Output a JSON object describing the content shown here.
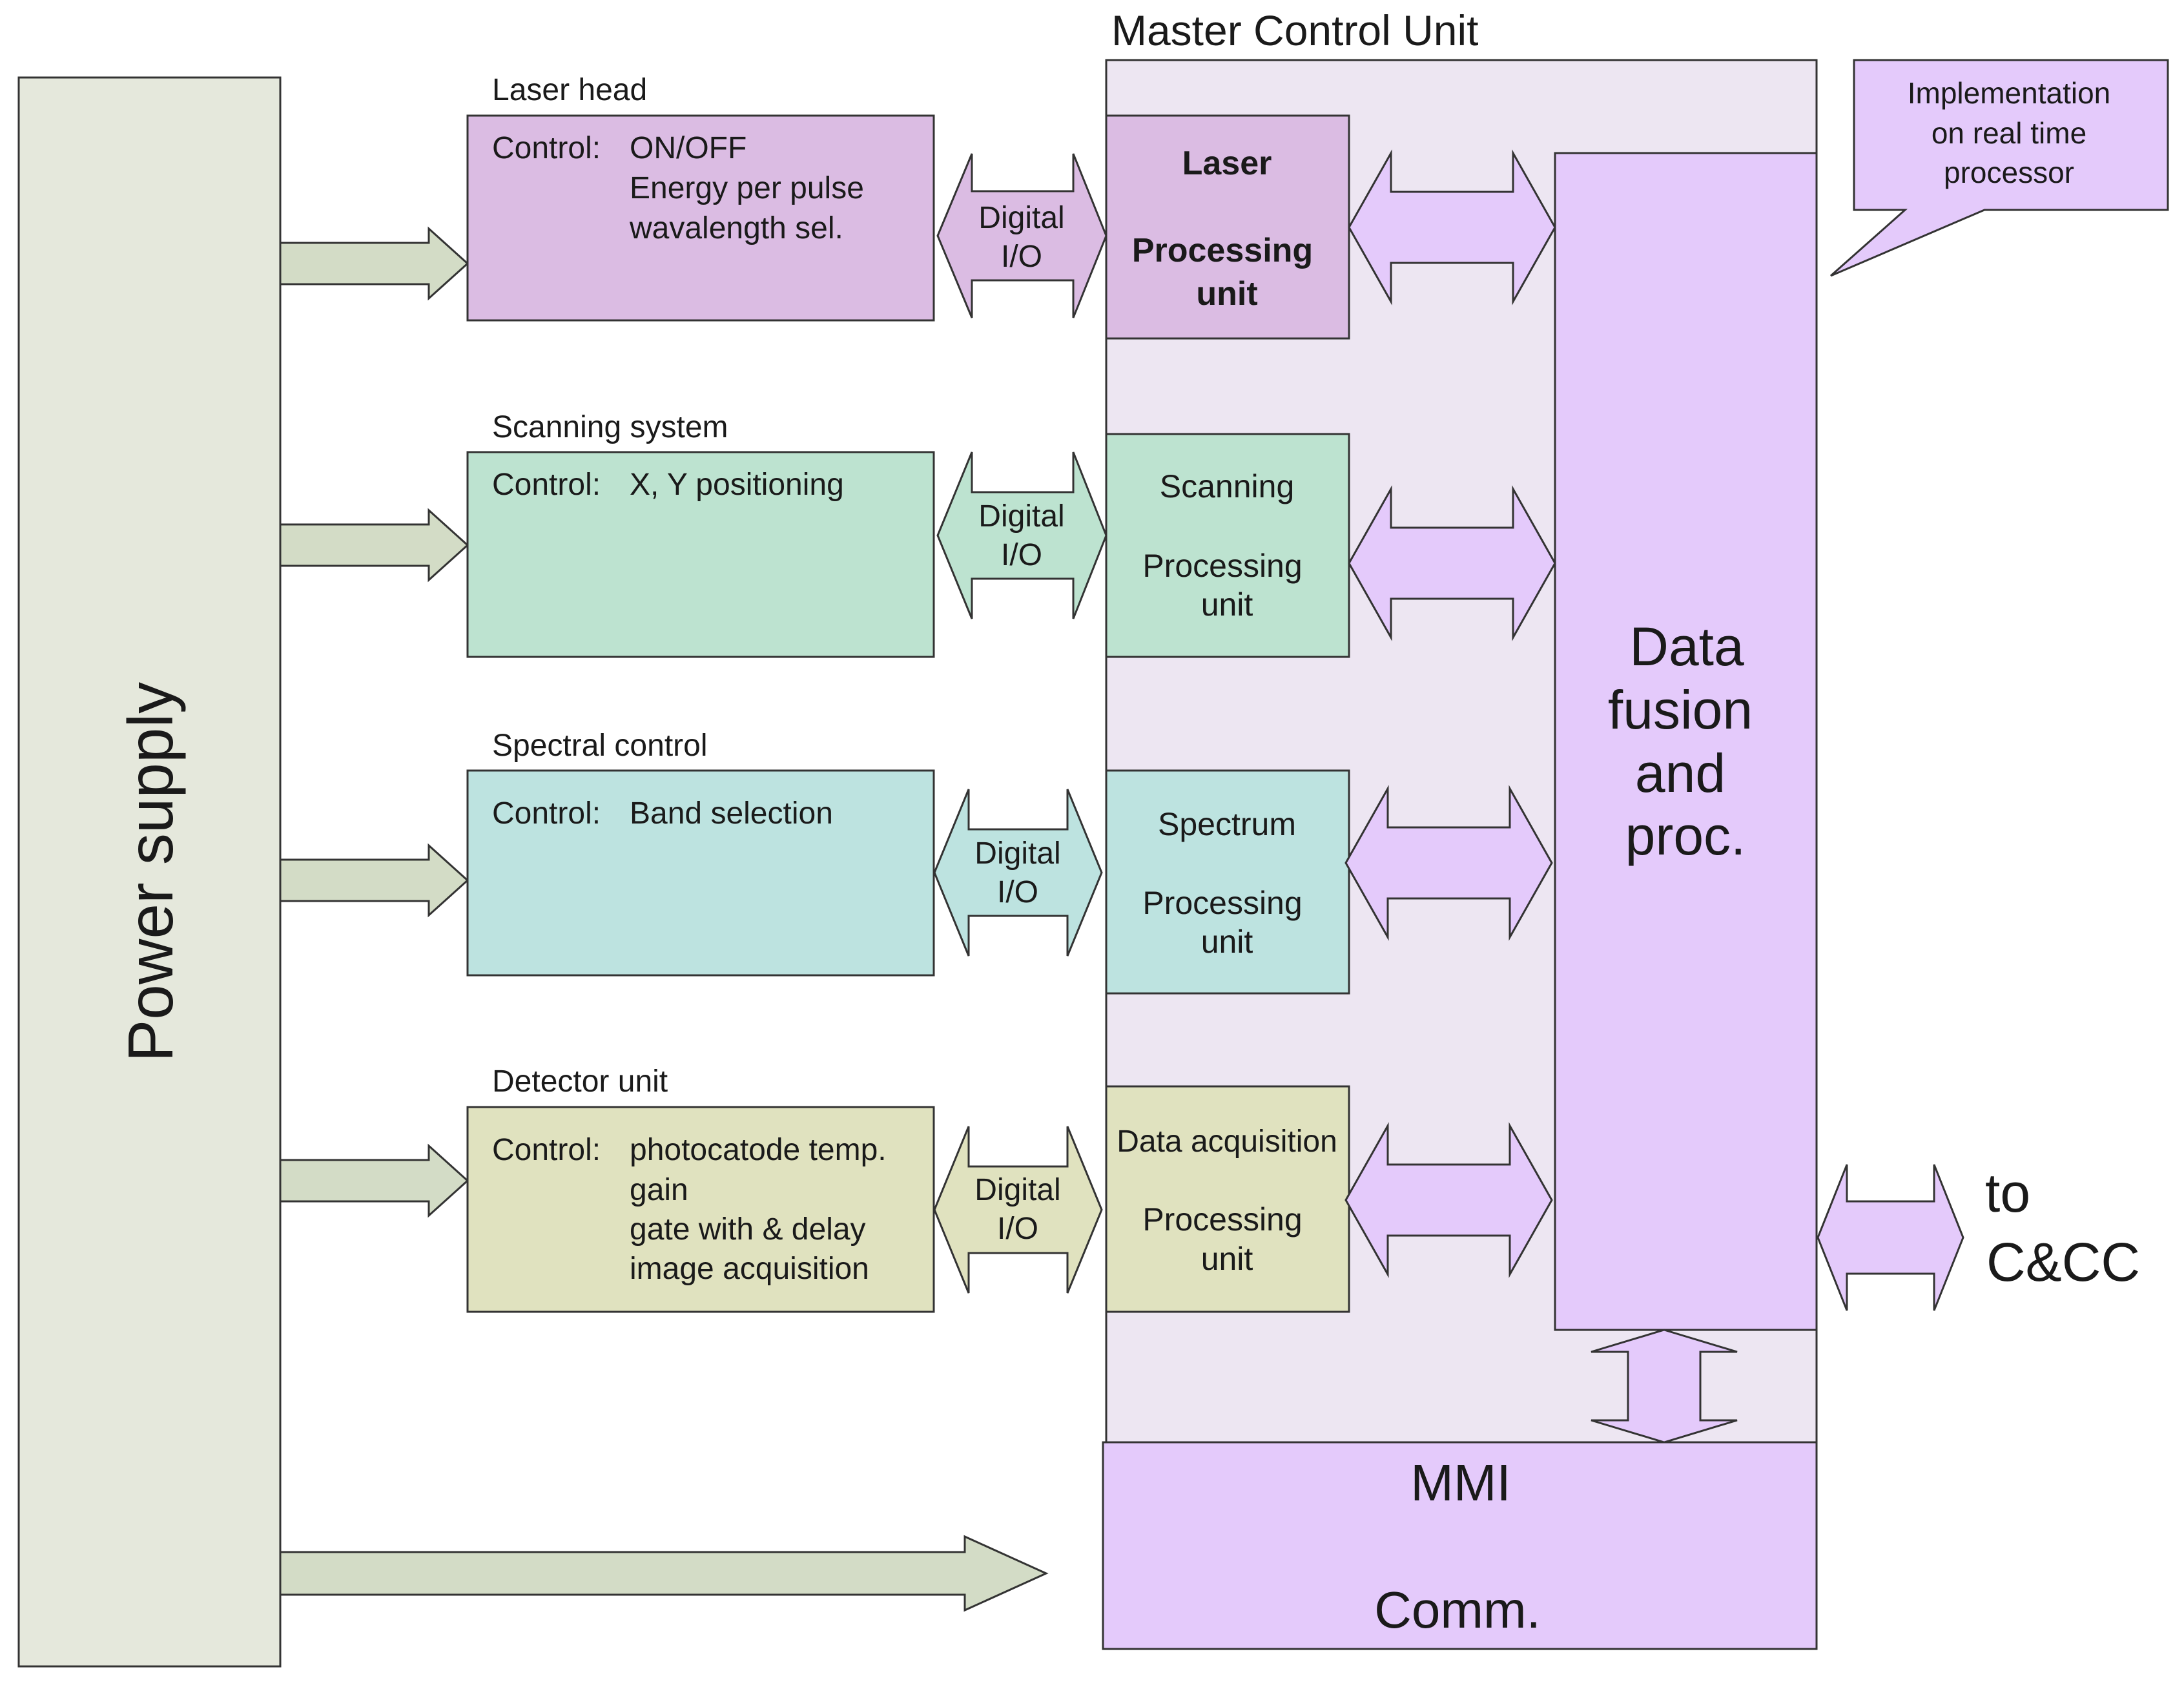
{
  "power_supply": {
    "label": "Power supply"
  },
  "master_control_unit": {
    "title": "Master Control Unit"
  },
  "callout": {
    "lines": [
      "Implementation",
      "on real time",
      "processor"
    ]
  },
  "subsystems": [
    {
      "title": "Laser head",
      "control_label": "Control:",
      "control_lines": [
        "ON/OFF",
        "Energy per pulse",
        "wavalength sel."
      ],
      "io_lines": [
        "Digital",
        "I/O"
      ],
      "unit_lines": [
        "Laser",
        "",
        "Processing",
        "unit"
      ]
    },
    {
      "title": "Scanning system",
      "control_label": "Control:",
      "control_lines": [
        "X, Y positioning"
      ],
      "io_lines": [
        "Digital",
        "I/O"
      ],
      "unit_lines": [
        "Scanning",
        "",
        "Processing",
        "unit"
      ]
    },
    {
      "title": "Spectral control",
      "control_label": "Control:",
      "control_lines": [
        "Band selection"
      ],
      "io_lines": [
        "Digital",
        "I/O"
      ],
      "unit_lines": [
        "Spectrum",
        "",
        "Processing",
        "unit"
      ]
    },
    {
      "title": "Detector unit",
      "control_label": "Control:",
      "control_lines": [
        "photocatode temp.",
        "gain",
        "gate with & delay",
        "image acquisition"
      ],
      "io_lines": [
        "Digital",
        "I/O"
      ],
      "unit_lines": [
        "Data acquisition",
        "",
        "Processing",
        "unit"
      ]
    }
  ],
  "data_fusion": {
    "lines": [
      "Data",
      "fusion",
      "and",
      "proc."
    ]
  },
  "mmi": {
    "line1": "MMI",
    "line2": "Comm."
  },
  "external": {
    "lines": [
      "to",
      "C&CC"
    ]
  },
  "colors": {
    "power_fill": "#e5e8dc",
    "power_arrow": "#d3dcc6",
    "mcu_fill": "#ede6f2",
    "laser_fill": "#dbbce3",
    "scanning_fill": "#bde3d0",
    "spectral_fill": "#bde3e0",
    "detector_fill": "#e0e2bf",
    "purple_fill": "#e4cafb",
    "stroke": "#333333"
  }
}
